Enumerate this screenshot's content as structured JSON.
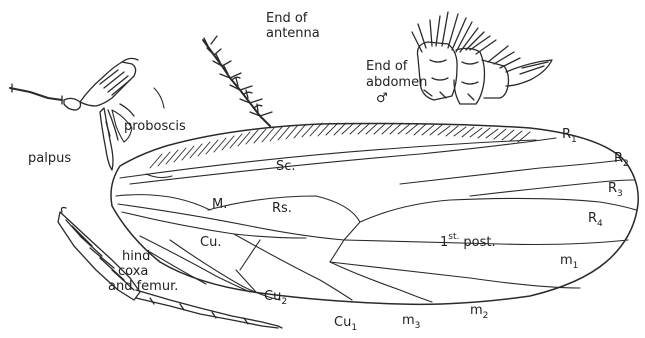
{
  "colors": {
    "ink": "#2a2a2a",
    "paper": "#ffffff"
  },
  "labels": {
    "end_of_antenna": [
      "End of",
      "antenna"
    ],
    "end_of_abdomen": [
      "End of",
      "abdomen",
      "♂"
    ],
    "proboscis": "proboscis",
    "palpus": "palpus",
    "hind_coxa_femur": [
      "hind",
      "coxa",
      "and femur."
    ],
    "sc": "Sc.",
    "m": "M.",
    "rs": "Rs.",
    "cu": "Cu.",
    "first_post": {
      "num": "1",
      "sup": "st.",
      "rest": "post."
    },
    "r1": {
      "base": "R",
      "sub": "1"
    },
    "r2": {
      "base": "R",
      "sub": "2"
    },
    "r3": {
      "base": "R",
      "sub": "3"
    },
    "r4": {
      "base": "R",
      "sub": "4"
    },
    "m1": {
      "base": "m",
      "sub": "1"
    },
    "m2": {
      "base": "m",
      "sub": "2"
    },
    "m3": {
      "base": "m",
      "sub": "3"
    },
    "cu1": {
      "base": "Cu",
      "sub": "1"
    },
    "cu2": {
      "base": "Cu",
      "sub": "2"
    }
  }
}
